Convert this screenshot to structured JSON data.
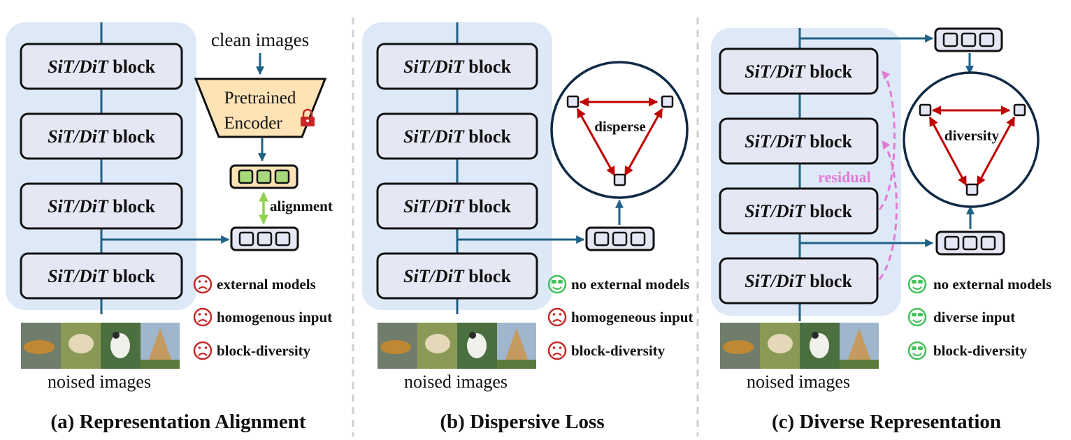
{
  "block_label_italic": "SiT/DiT",
  "block_label_plain": " block",
  "panels": [
    {
      "caption": "(a) Representation Alignment",
      "noised_label": "noised images",
      "clean_label": "clean images",
      "encoder_line1": "Pretrained",
      "encoder_line2": "Encoder",
      "alignment_label": "alignment",
      "items": [
        {
          "text": "external models",
          "status": "sad"
        },
        {
          "text": "homogenous input",
          "status": "sad"
        },
        {
          "text": "block-diversity",
          "status": "sad"
        }
      ]
    },
    {
      "caption": "(b) Dispersive Loss",
      "noised_label": "noised images",
      "circle_label": "disperse",
      "items": [
        {
          "text": "no external models",
          "status": "happy"
        },
        {
          "text": "homogeneous input",
          "status": "sad"
        },
        {
          "text": "block-diversity",
          "status": "sad"
        }
      ]
    },
    {
      "caption": "(c) Diverse Representation",
      "noised_label": "noised images",
      "circle_label": "diversity",
      "residual_label": "residual",
      "items": [
        {
          "text": "no external models",
          "status": "happy"
        },
        {
          "text": "diverse input",
          "status": "happy"
        },
        {
          "text": "block-diversity",
          "status": "happy"
        }
      ]
    }
  ],
  "colors": {
    "panel_bg": "#dde9f6",
    "block_fill": "#e6e7f4",
    "flow_line": "#1f6185",
    "red_arrow": "#c00000",
    "green_arrow": "#8fd14f",
    "residual": "#e27bd6",
    "encoder_fill": "#fde3b6",
    "sad_icon": "#c62828",
    "happy_icon": "#43c15a"
  },
  "icons": [
    "lock-icon",
    "sad-face-icon",
    "happy-face-icon"
  ]
}
